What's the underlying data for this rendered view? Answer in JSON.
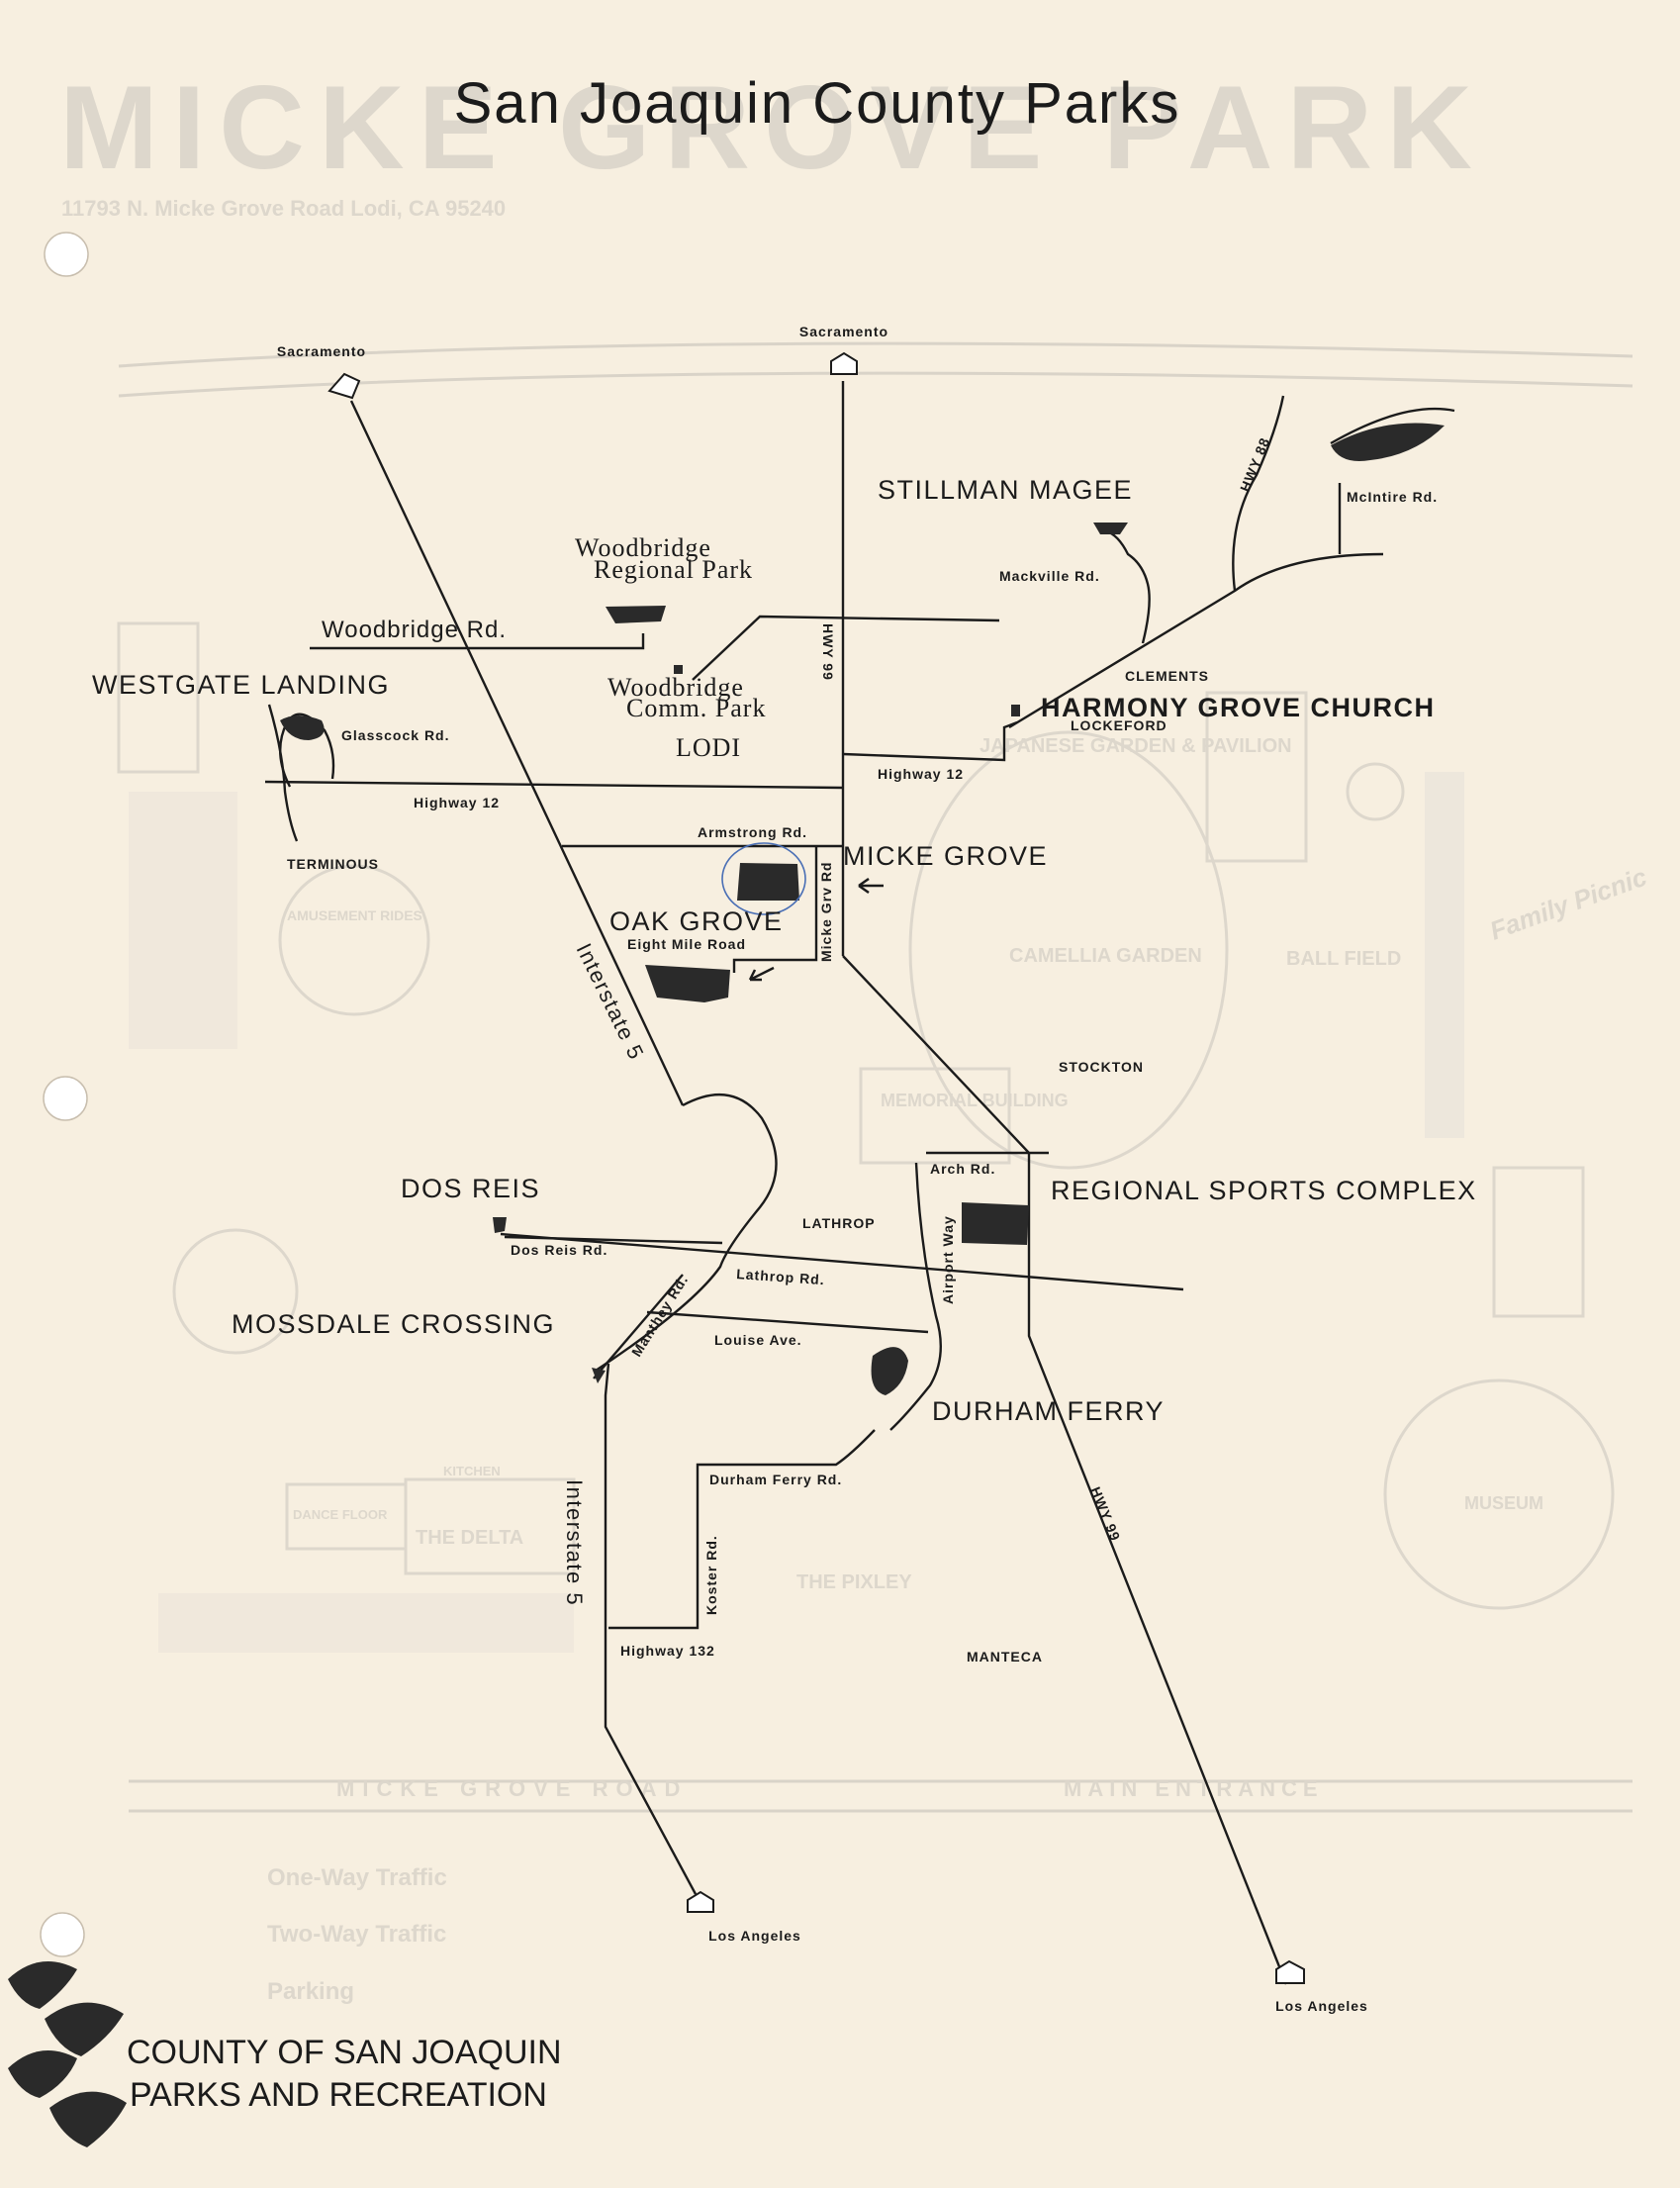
{
  "title": "San Joaquin County Parks",
  "background_print": {
    "heading": "MICKE GROVE PARK",
    "address": "11793 N. Micke Grove Road  Lodi, CA  95240",
    "labels": [
      "JAPANESE GARDEN & PAVILION",
      "CAMELLIA GARDEN",
      "MEMORIAL BUILDING",
      "AMUSEMENT RIDES",
      "BALL FIELD",
      "MUSEUM",
      "THE PIXLEY",
      "THE DELTA",
      "DANCE FLOOR",
      "KITCHEN",
      "MICKE GROVE ROAD",
      "MAIN ENTRANCE"
    ],
    "legend": [
      "One-Way Traffic",
      "Two-Way Traffic",
      "Parking"
    ],
    "handwritten": "Family Picnic"
  },
  "directions": {
    "north": "Sacramento",
    "south": "Los Angeles"
  },
  "parks": {
    "stillman_magee": "STILLMAN MAGEE",
    "woodbridge_regional": [
      "Woodbridge",
      "Regional Park"
    ],
    "woodbridge_comm": [
      "Woodbridge",
      "Comm. Park"
    ],
    "westgate_landing": "WESTGATE LANDING",
    "harmony_grove": "HARMONY GROVE CHURCH",
    "micke_grove": "MICKE GROVE",
    "oak_grove": "OAK GROVE",
    "dos_reis": "DOS REIS",
    "regional_sports": "REGIONAL SPORTS COMPLEX",
    "mossdale": "MOSSDALE CROSSING",
    "durham_ferry": "DURHAM FERRY"
  },
  "places": {
    "lodi": "LODI",
    "clements": "CLEMENTS",
    "lockeford": "LOCKEFORD",
    "terminous": "TERMINOUS",
    "stockton": "STOCKTON",
    "lathrop": "LATHROP",
    "manteca": "MANTECA"
  },
  "roads": {
    "woodbridge_rd": "Woodbridge Rd.",
    "mcintire_rd": "McIntire Rd.",
    "mackville_rd": "Mackville Rd.",
    "hwy88_north": "HWY 88",
    "hwy99": "HWY 99",
    "glasscock_rd": "Glasscock Rd.",
    "highway12_west": "Highway 12",
    "highway12_east": "Highway 12",
    "armstrong_rd": "Armstrong Rd.",
    "micke_grove_rd": "Micke Grv Rd",
    "eight_mile_rd": "Eight Mile Road",
    "interstate5_upper": "Interstate 5",
    "interstate5_lower": "Interstate 5",
    "arch_rd": "Arch Rd.",
    "airport_way": "Airport Way",
    "dos_reis_rd": "Dos Reis Rd.",
    "lathrop_rd": "Lathrop Rd.",
    "manthey_rd": "Manthey Rd.",
    "louise_ave": "Louise Ave.",
    "durham_ferry_rd": "Durham Ferry Rd.",
    "koster_rd": "Koster Rd.",
    "highway132": "Highway 132",
    "hwy99_south": "HWY 99"
  },
  "footer": {
    "line1": "COUNTY OF SAN JOAQUIN",
    "line2": "PARKS AND RECREATION"
  }
}
